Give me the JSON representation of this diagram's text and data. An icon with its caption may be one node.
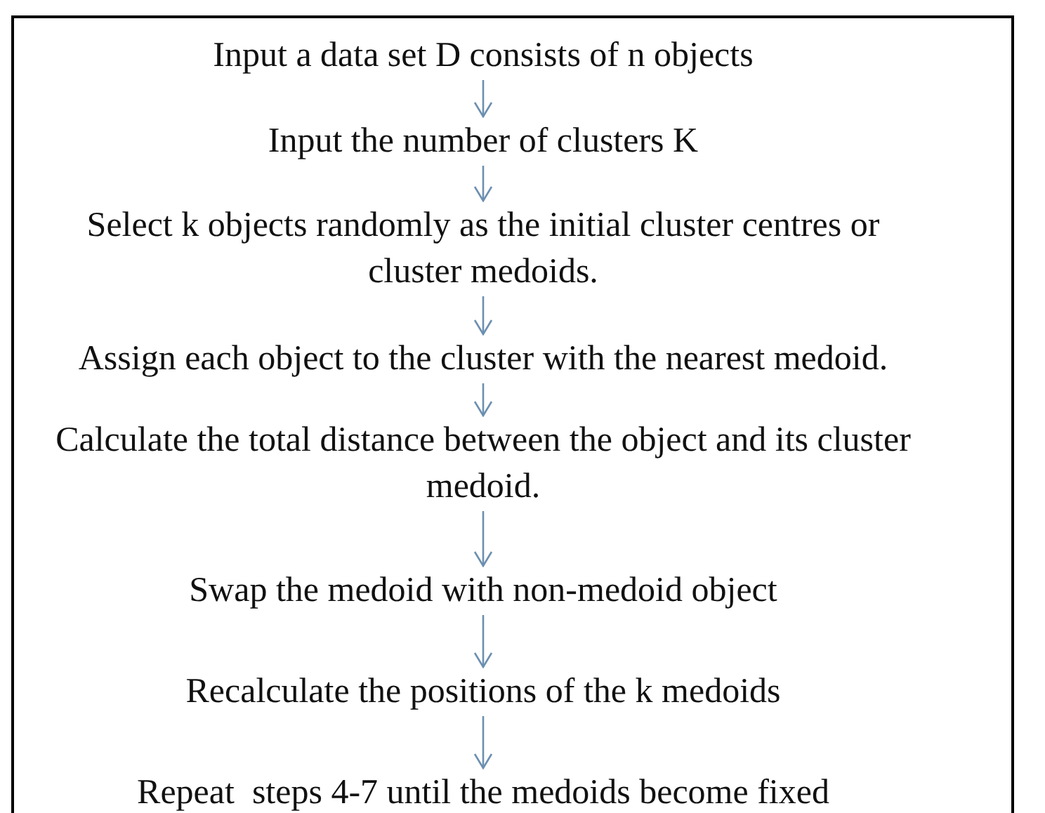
{
  "diagram": {
    "nodes": [
      {
        "text": [
          "Input a data set D consists of n objects"
        ]
      },
      {
        "text": [
          "Input the number of clusters K"
        ]
      },
      {
        "text": [
          "Select k objects randomly as the initial cluster centres or cluster medoids."
        ]
      },
      {
        "text": [
          "Assign each object to the cluster with the nearest medoid."
        ]
      },
      {
        "text": [
          "Calculate the total distance between the object and its cluster medoid."
        ]
      },
      {
        "text": [
          "Swap the medoid with non-medoid object"
        ]
      },
      {
        "text": [
          "Recalculate the positions of the k medoids"
        ]
      },
      {
        "text": [
          "Repeat  steps 4-7 until the medoids become fixed"
        ]
      }
    ],
    "edges": [
      {
        "from": 0,
        "to": 1,
        "arrow": "to"
      },
      {
        "from": 1,
        "to": 2,
        "arrow": "to"
      },
      {
        "from": 2,
        "to": 3,
        "arrow": "to"
      },
      {
        "from": 3,
        "to": 4,
        "arrow": "to"
      },
      {
        "from": 4,
        "to": 5,
        "arrow": "to"
      },
      {
        "from": 5,
        "to": 6,
        "arrow": "to"
      },
      {
        "from": 6,
        "to": 7,
        "arrow": "to"
      }
    ]
  }
}
